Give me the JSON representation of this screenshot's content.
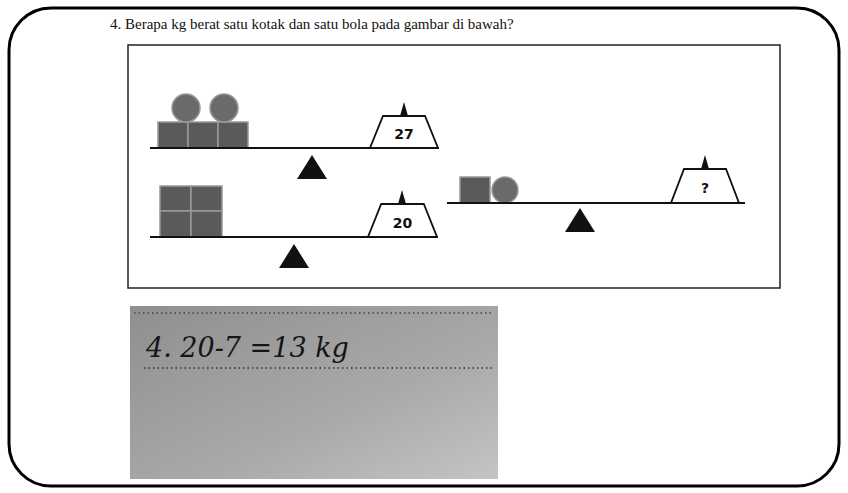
{
  "diagram": {
    "title": "4. Berapa kg berat satu kotak dan satu bola pada gambar di bawah?",
    "nodes": [
      {
        "text": [
          "27"
        ]
      },
      {
        "text": [
          "20"
        ]
      },
      {
        "text": [
          "?"
        ]
      }
    ],
    "labels": [
      "4. 20-7 =13 kg"
    ]
  }
}
